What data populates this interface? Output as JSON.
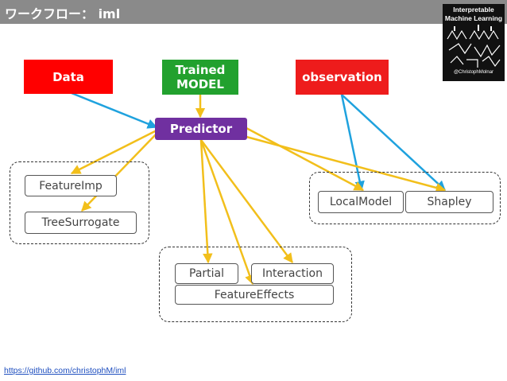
{
  "header": {
    "title": "ワークフロー：  iml"
  },
  "book_cover": {
    "title_line1": "Interpretable",
    "title_line2": "Machine Learning",
    "author": "@ChristophMolnar"
  },
  "sources": {
    "data": "Data",
    "trained_model_line1": "Trained",
    "trained_model_line2": "MODEL",
    "observation": "observation"
  },
  "predictor": "Predictor",
  "global_methods": [
    "FeatureImp",
    "TreeSurrogate"
  ],
  "effects_methods": {
    "partial": "Partial",
    "interaction": "Interaction",
    "feature_effects": "FeatureEffects"
  },
  "local_methods": [
    "LocalModel",
    "Shapley"
  ],
  "footer_link": "https://github.com/christophM/iml",
  "colors": {
    "header_bg": "#8a8a8a",
    "data_box": "#ff0000",
    "model_box": "#22a12e",
    "observation_box": "#ee1c1c",
    "predictor_box": "#7030a0",
    "arrow_blue": "#1fa2de",
    "arrow_yellow": "#f2bf1b"
  }
}
